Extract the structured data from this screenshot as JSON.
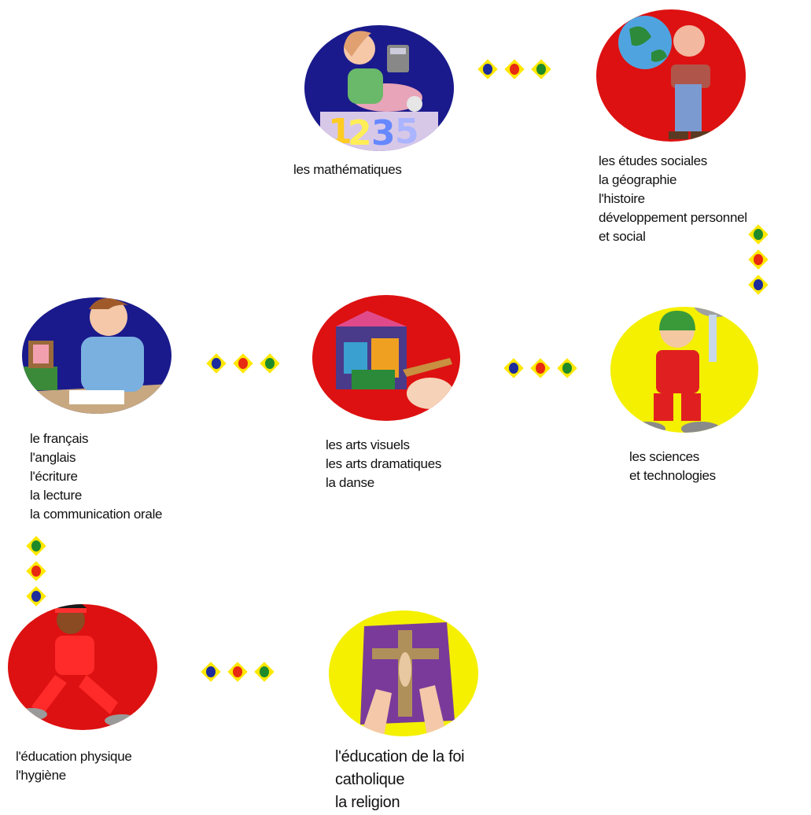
{
  "colors": {
    "blue": "#1a1a8c",
    "red": "#dd1111",
    "yellow": "#f4f000",
    "dot_blue": "#1c2c9c",
    "dot_red": "#e82a12",
    "dot_green": "#1f8a2a",
    "diamond": "#ffe800"
  },
  "subjects": {
    "math": {
      "lines": [
        "les mathématiques"
      ]
    },
    "social": {
      "lines": [
        "les études sociales",
        "la géographie",
        "l'histoire",
        "développement personnel",
        "et social"
      ]
    },
    "french": {
      "lines": [
        "le français",
        "l'anglais",
        "l'écriture",
        "la lecture",
        "la communication orale"
      ]
    },
    "arts": {
      "lines": [
        "les arts visuels",
        "les arts dramatiques",
        "la danse"
      ]
    },
    "science": {
      "lines": [
        "les sciences",
        "et technologies"
      ]
    },
    "pe": {
      "lines": [
        "l'éducation physique",
        "l'hygiène"
      ]
    },
    "religion": {
      "lines": [
        "l'éducation de la foi",
        "catholique",
        "la religion"
      ]
    }
  },
  "icons": {
    "math": "girl-calculator-icon",
    "social": "boy-globe-icon",
    "french": "boy-writing-icon",
    "arts": "hand-painting-icon",
    "science": "kid-science-icon",
    "pe": "runner-icon",
    "religion": "crucifix-hands-icon"
  }
}
